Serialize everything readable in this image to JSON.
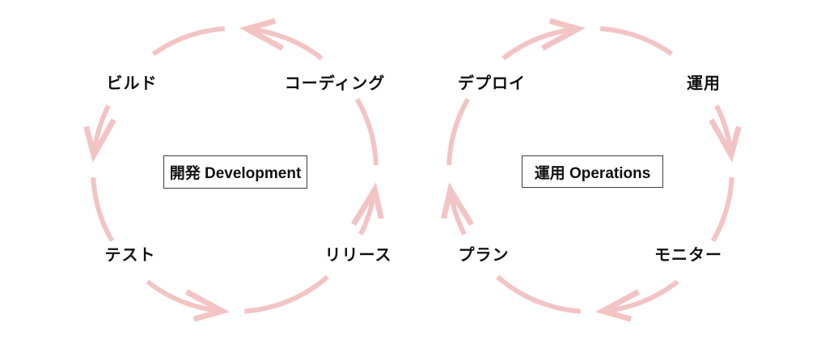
{
  "diagram": {
    "title": "development-operations-cycles",
    "colors": {
      "arrow": "#f3c4c4",
      "text": "#111111",
      "box_border": "#3f3f3f",
      "background": "#ffffff"
    },
    "cycles": [
      {
        "center_label": "開発 Development",
        "direction": "counterclockwise",
        "steps": {
          "top_left": "ビルド",
          "top_right": "コーディング",
          "bottom_left": "テスト",
          "bottom_right": "リリース"
        }
      },
      {
        "center_label": "運用 Operations",
        "direction": "clockwise",
        "steps": {
          "top_left": "デプロイ",
          "top_right": "運用",
          "bottom_left": "プラン",
          "bottom_right": "モニター"
        }
      }
    ]
  }
}
